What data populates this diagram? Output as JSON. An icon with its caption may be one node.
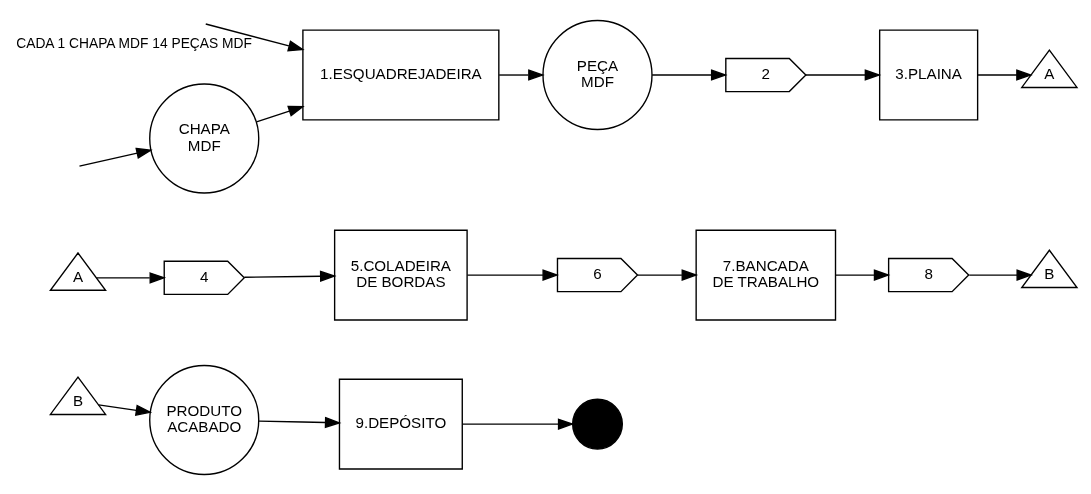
{
  "diagram": {
    "nodes": [
      {
        "text": [
          "CHAPA MDF"
        ]
      },
      {
        "text": [
          "1.ESQUADREJADEIRA"
        ]
      },
      {
        "text": [
          "PEÇA MDF"
        ]
      },
      {
        "text": [
          "2"
        ]
      },
      {
        "text": [
          "3.PLAINA"
        ]
      },
      {
        "text": [
          "A"
        ]
      },
      {
        "text": [
          "A"
        ]
      },
      {
        "text": [
          "4"
        ]
      },
      {
        "text": [
          "5.COLADEIRA DE BORDAS"
        ]
      },
      {
        "text": [
          "6"
        ]
      },
      {
        "text": [
          "7.BANCADA DE TRABALHO"
        ]
      },
      {
        "text": [
          "8"
        ]
      },
      {
        "text": [
          "B"
        ]
      },
      {
        "text": [
          "B"
        ]
      },
      {
        "text": [
          "PRODUTO ACABADO"
        ]
      },
      {
        "text": [
          "9.DEPÓSITO"
        ]
      },
      {
        "text": [],
        "shape": "circle"
      }
    ],
    "edges": [
      {
        "from": null,
        "to": 0,
        "arrow": "to"
      },
      {
        "from": 0,
        "to": 1,
        "arrow": "to"
      },
      {
        "from": null,
        "to": 1,
        "arrow": "to",
        "label": "CADA 1 CHAPA MDF 14 PEÇAS MDF"
      },
      {
        "from": 1,
        "to": 2,
        "arrow": "to"
      },
      {
        "from": 2,
        "to": 3,
        "arrow": "to"
      },
      {
        "from": 3,
        "to": 4,
        "arrow": "to"
      },
      {
        "from": 4,
        "to": 5,
        "arrow": "to"
      },
      {
        "from": 6,
        "to": 7,
        "arrow": "to"
      },
      {
        "from": 7,
        "to": 8,
        "arrow": "to"
      },
      {
        "from": 8,
        "to": 9,
        "arrow": "to"
      },
      {
        "from": 9,
        "to": 10,
        "arrow": "to"
      },
      {
        "from": 10,
        "to": 11,
        "arrow": "to"
      },
      {
        "from": 11,
        "to": 12,
        "arrow": "to"
      },
      {
        "from": 13,
        "to": 14,
        "arrow": "to"
      },
      {
        "from": 14,
        "to": 15,
        "arrow": "to"
      },
      {
        "from": 15,
        "to": 16,
        "arrow": "to"
      }
    ]
  }
}
